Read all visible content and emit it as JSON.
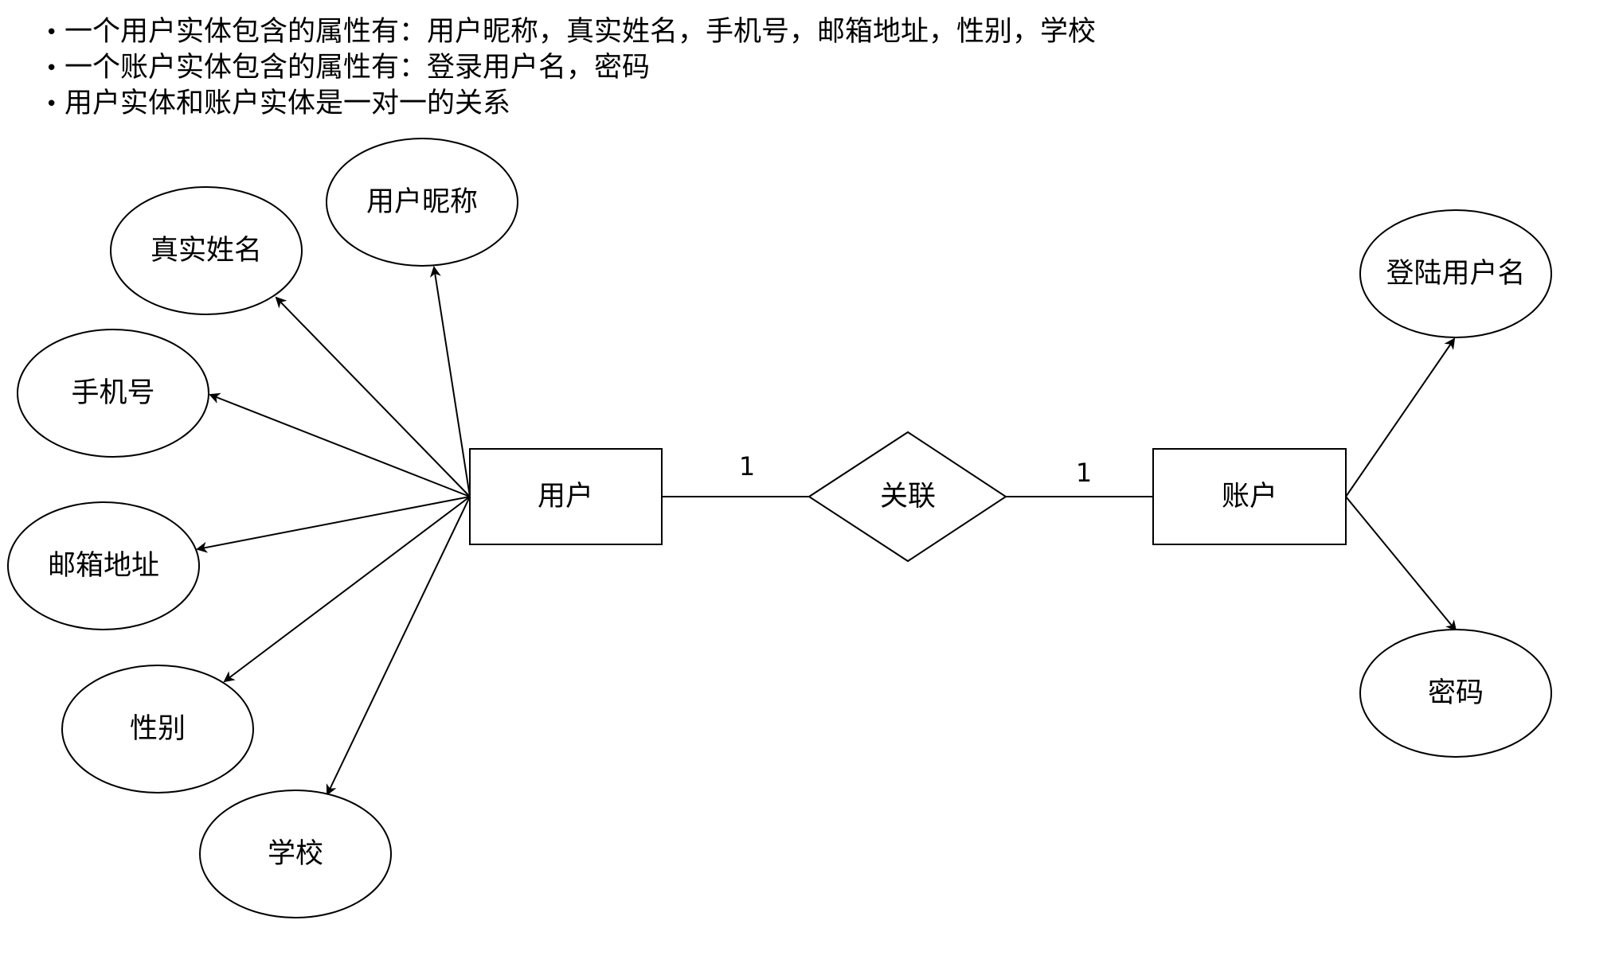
{
  "notes": [
    "一个用户实体包含的属性有：用户昵称，真实姓名，手机号，邮箱地址，性别，学校",
    "一个账户实体包含的属性有：登录用户名，密码",
    "用户实体和账户实体是一对一的关系"
  ],
  "entities": {
    "user": "用户",
    "account": "账户"
  },
  "relationship": "关联",
  "cardinality": {
    "left": "1",
    "right": "1"
  },
  "user_attributes": {
    "nickname": "用户昵称",
    "real_name": "真实姓名",
    "phone": "手机号",
    "email": "邮箱地址",
    "gender": "性别",
    "school": "学校"
  },
  "account_attributes": {
    "login_name": "登陆用户名",
    "password": "密码"
  },
  "colors": {
    "stroke": "#000000",
    "fill": "#ffffff"
  }
}
